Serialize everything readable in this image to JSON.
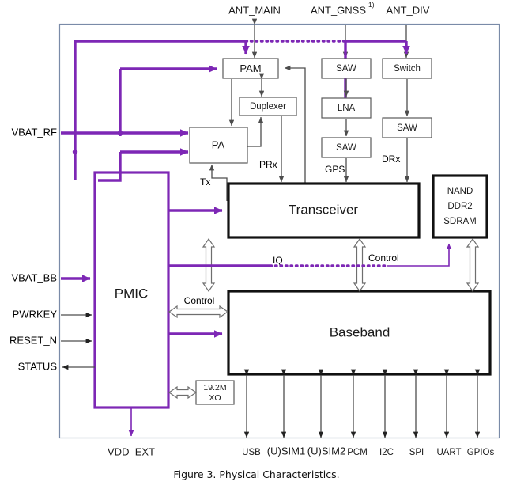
{
  "figure": {
    "caption": "Figure 3. Physical Characteristics.",
    "accent_color": "#7D27B5",
    "frame_color": "#7a8ba8"
  },
  "antennas": [
    {
      "id": "ant-main",
      "label": "ANT_MAIN"
    },
    {
      "id": "ant-gnss",
      "label": "ANT_GNSS",
      "superscript": "1)"
    },
    {
      "id": "ant-div",
      "label": "ANT_DIV"
    }
  ],
  "blocks": {
    "pam": {
      "label": "PAM"
    },
    "duplexer": {
      "label": "Duplexer"
    },
    "pa": {
      "label": "PA"
    },
    "saw_gnss_top": {
      "label": "SAW"
    },
    "lna": {
      "label": "LNA"
    },
    "saw_gnss_bottom": {
      "label": "SAW"
    },
    "switch": {
      "label": "Switch"
    },
    "saw_div": {
      "label": "SAW"
    },
    "transceiver": {
      "label": "Transceiver"
    },
    "memory": {
      "line1": "NAND",
      "line2": "DDR2",
      "line3": "SDRAM"
    },
    "baseband": {
      "label": "Baseband"
    },
    "pmic": {
      "label": "PMIC"
    },
    "xo": {
      "line1": "19.2M",
      "line2": "XO"
    }
  },
  "signal_labels": {
    "tx": "Tx",
    "prx": "PRx",
    "gps": "GPS",
    "drx": "DRx",
    "iq": "IQ",
    "control_transceiver": "Control",
    "control_pmic": "Control"
  },
  "power_pins": [
    {
      "id": "vbat-rf",
      "label": "VBAT_RF"
    },
    {
      "id": "vbat-bb",
      "label": "VBAT_BB"
    },
    {
      "id": "pwrkey",
      "label": "PWRKEY"
    },
    {
      "id": "reset-n",
      "label": "RESET_N"
    },
    {
      "id": "status",
      "label": "STATUS"
    }
  ],
  "output_pins": [
    {
      "id": "vdd-ext",
      "label": "VDD_EXT"
    }
  ],
  "interfaces": [
    {
      "id": "usb",
      "label": "USB"
    },
    {
      "id": "usim1",
      "label": "(U)SIM1"
    },
    {
      "id": "usim2",
      "label": "(U)SIM2"
    },
    {
      "id": "pcm",
      "label": "PCM"
    },
    {
      "id": "i2c",
      "label": "I2C"
    },
    {
      "id": "spi",
      "label": "SPI"
    },
    {
      "id": "uart",
      "label": "UART"
    },
    {
      "id": "gpios",
      "label": "GPIOs"
    }
  ]
}
